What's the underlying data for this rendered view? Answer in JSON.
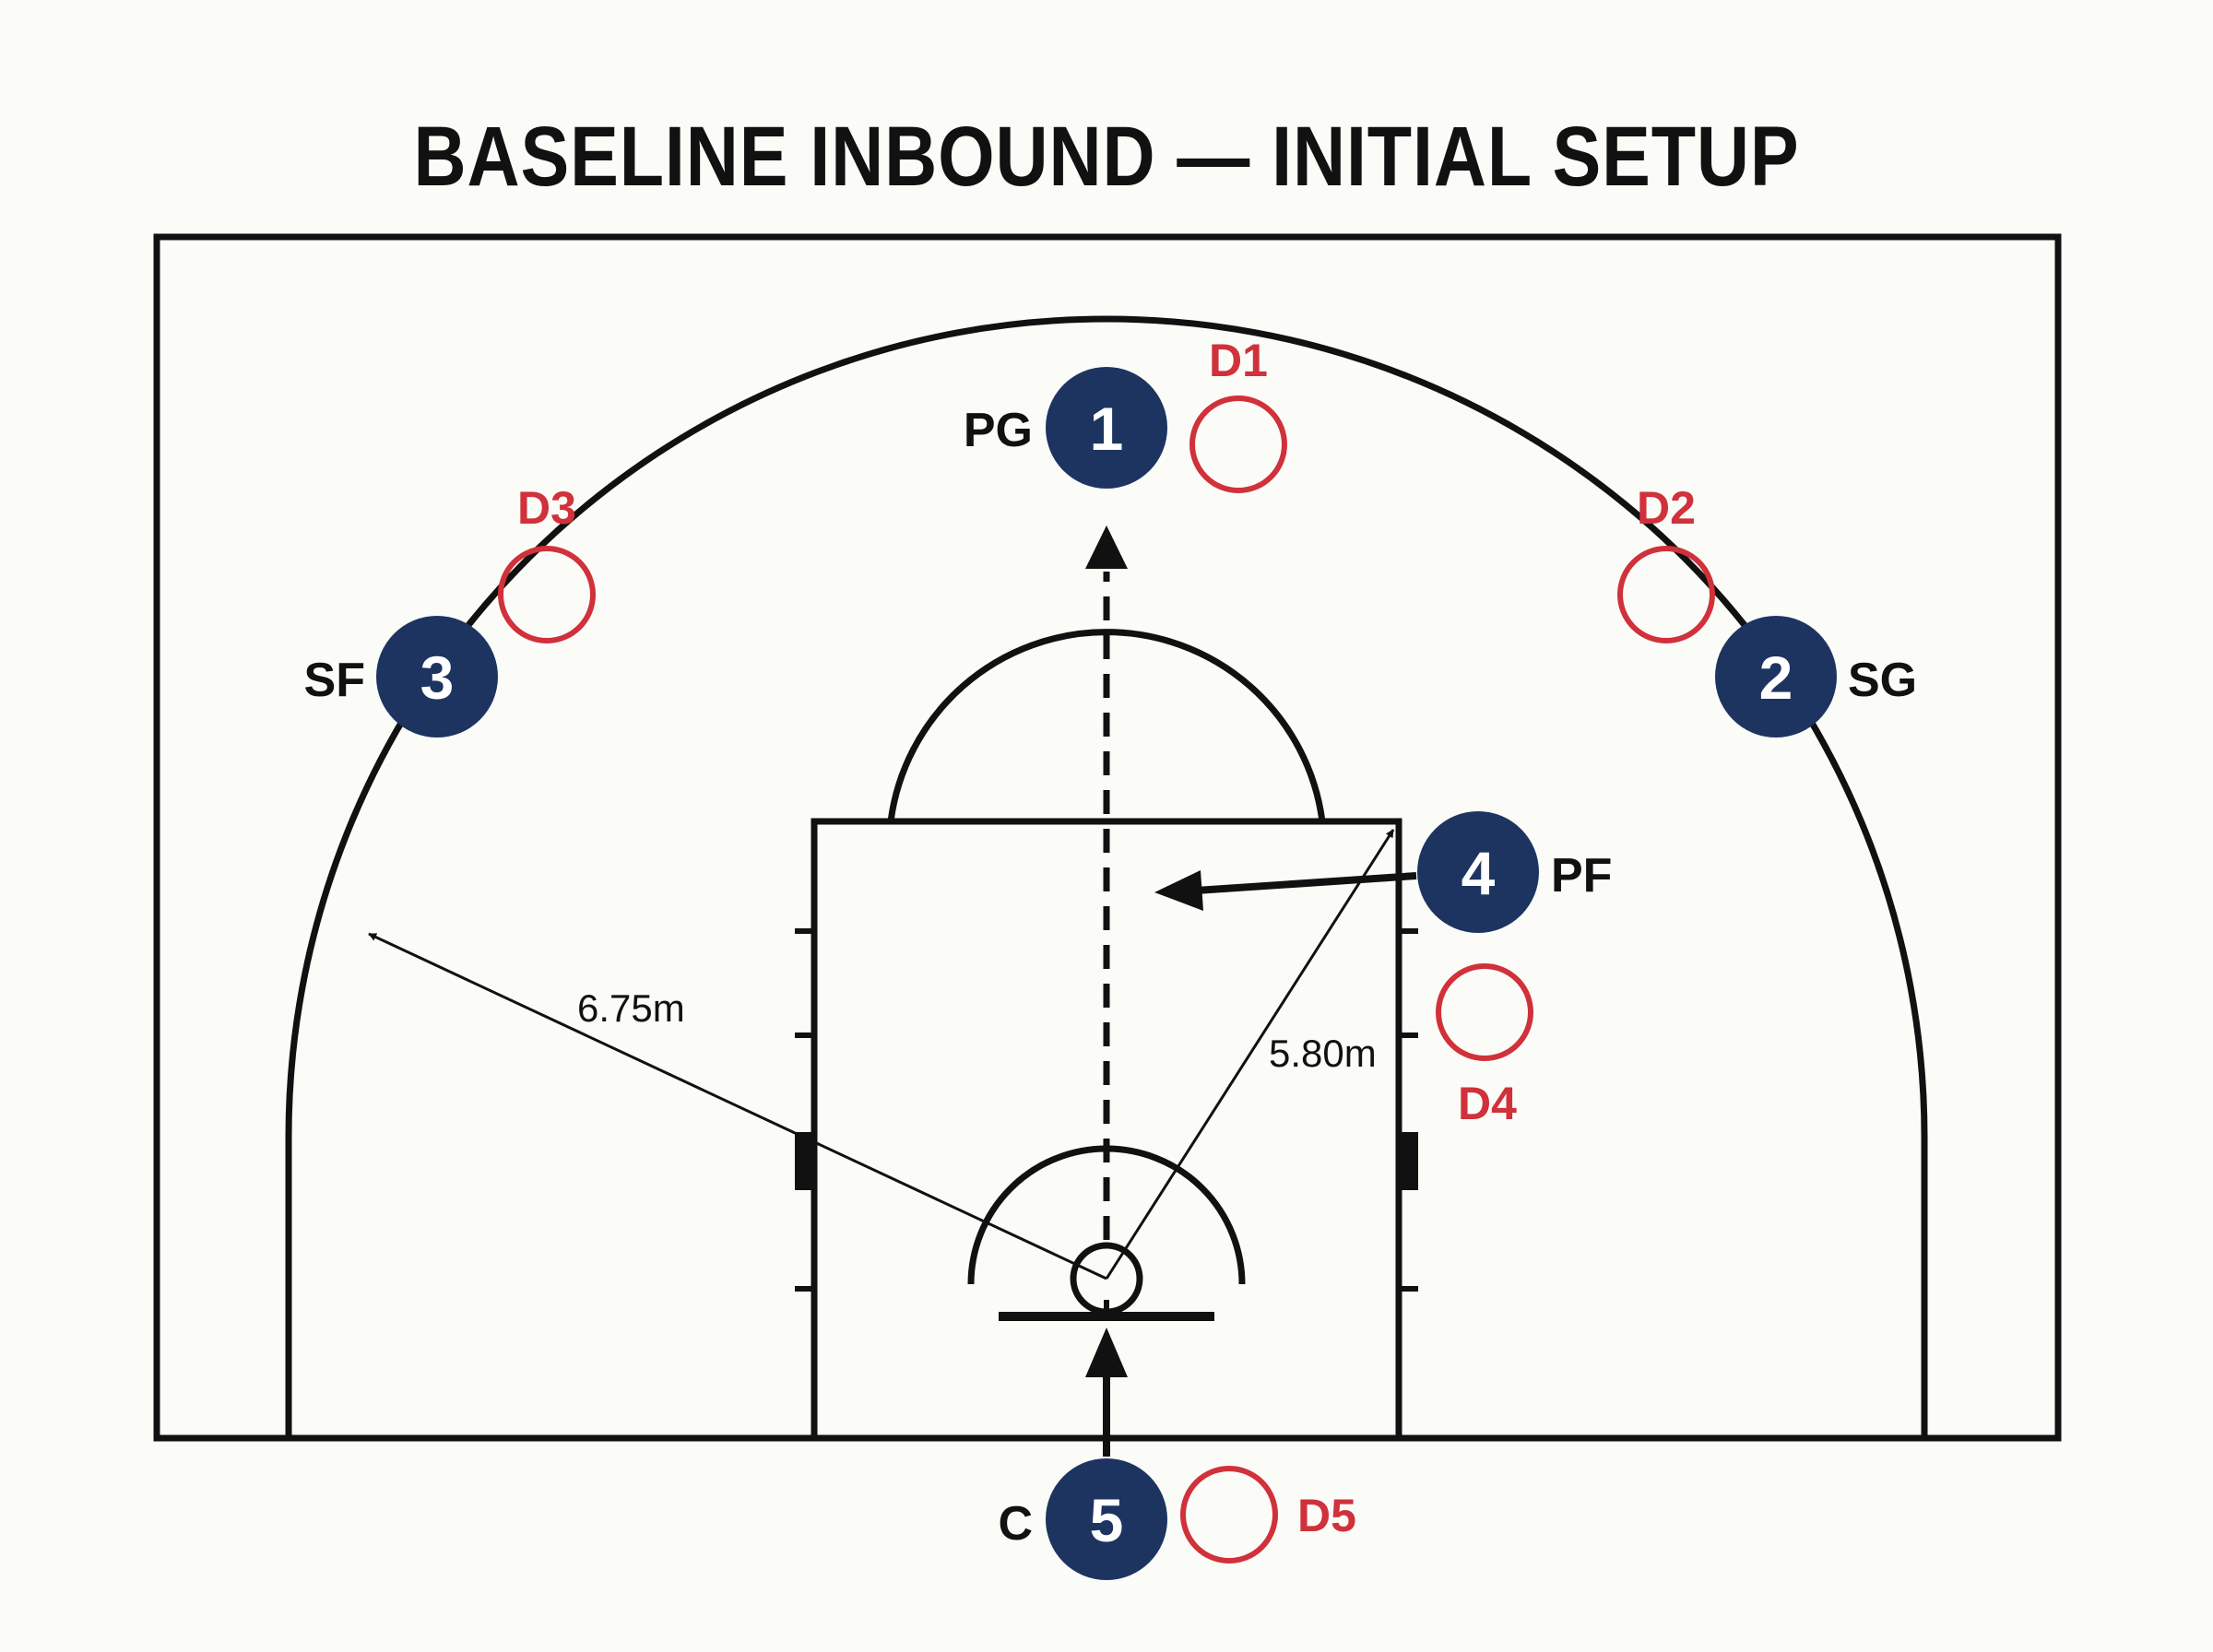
{
  "title": "BASELINE INBOUND — INITIAL SETUP",
  "colors": {
    "offense_fill": "#1d3461",
    "defense_stroke": "#d0313a",
    "line": "#111111",
    "background": "#fbfbf8"
  },
  "offense": [
    {
      "number": "1",
      "position": "PG"
    },
    {
      "number": "2",
      "position": "SG"
    },
    {
      "number": "3",
      "position": "SF"
    },
    {
      "number": "4",
      "position": "PF"
    },
    {
      "number": "5",
      "position": "C"
    }
  ],
  "defense": [
    {
      "label": "D1"
    },
    {
      "label": "D2"
    },
    {
      "label": "D3"
    },
    {
      "label": "D4"
    },
    {
      "label": "D5"
    }
  ],
  "dimensions": {
    "three_point_radius": "6.75m",
    "lane_corner": "5.80m"
  }
}
